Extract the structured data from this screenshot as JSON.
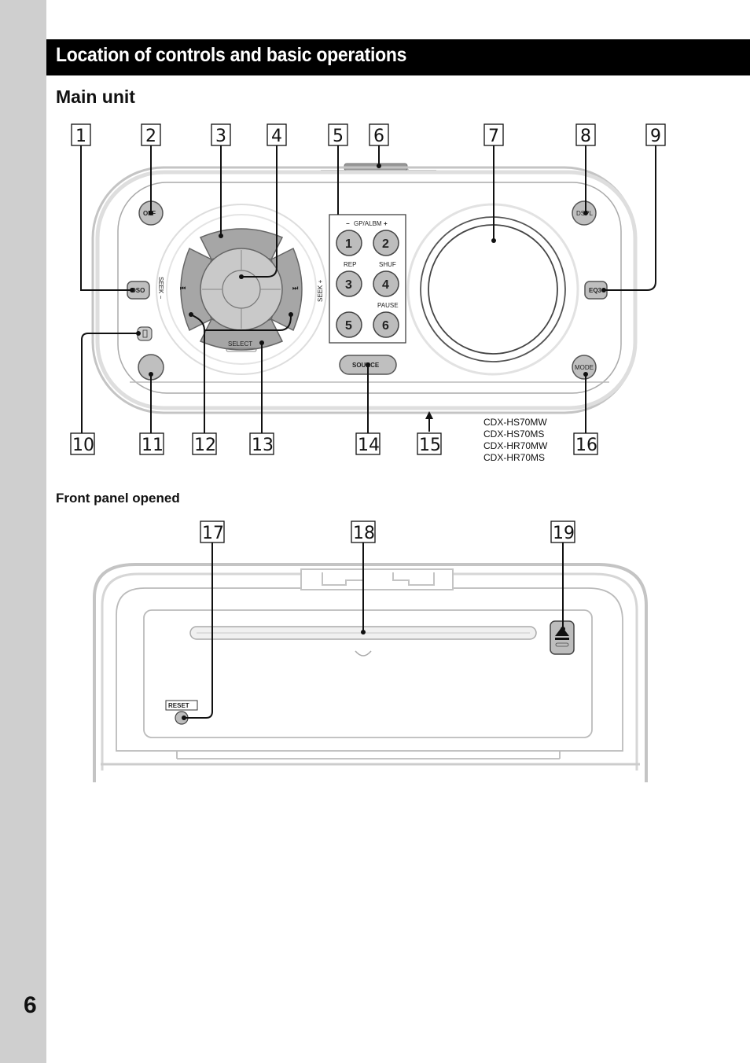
{
  "page": {
    "number": "6"
  },
  "title": "Location of controls and basic operations",
  "main_unit": {
    "heading": "Main unit",
    "callouts": [
      "1",
      "2",
      "3",
      "4",
      "5",
      "6",
      "7",
      "8",
      "9",
      "10",
      "11",
      "12",
      "13",
      "14",
      "15",
      "16"
    ],
    "buttons": {
      "off": "OFF",
      "dspl": "DSPL",
      "dsd": "DSO",
      "eq3": "EQ3",
      "mode": "MODE",
      "source": "SOURCE",
      "select": "SELECT",
      "gp_albm": "GP/ALBM",
      "minus": "−",
      "plus": "+",
      "rep": "REP",
      "shuf": "SHUF",
      "pause": "PAUSE",
      "seek_minus": "SEEK −",
      "seek_plus": "SEEK +",
      "presets": [
        "1",
        "2",
        "3",
        "4",
        "5",
        "6"
      ]
    },
    "models": [
      "CDX-HS70MW",
      "CDX-HS70MS",
      "CDX-HR70MW",
      "CDX-HR70MS"
    ]
  },
  "front_panel": {
    "heading": "Front panel opened",
    "callouts": [
      "17",
      "18",
      "19"
    ],
    "reset_label": "RESET"
  }
}
